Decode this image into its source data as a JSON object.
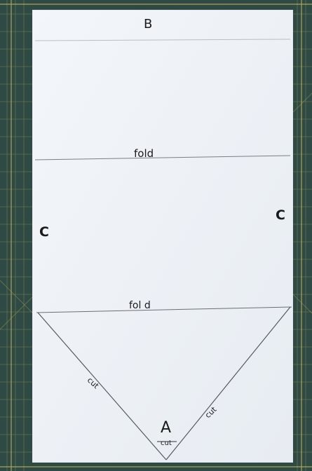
{
  "labels": {
    "top": "B",
    "fold_upper": "fold",
    "side_left": "C",
    "side_right": "C",
    "fold_lower": "fol d",
    "cut_left": "cut",
    "cut_right": "cut",
    "apex": "A",
    "apex_cut": "cut"
  },
  "colors": {
    "mat": "#2f4a45",
    "mat_grid": "#b3a85a",
    "paper": "#eef2f6",
    "ink": "#1a1a1a",
    "line": "#6b6b6b"
  }
}
